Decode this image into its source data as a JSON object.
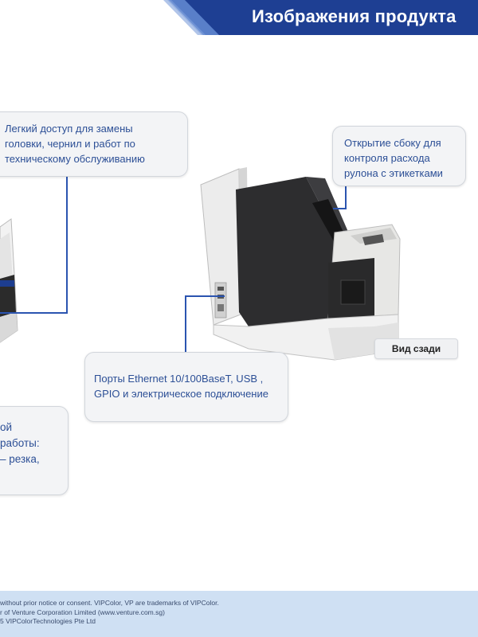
{
  "header": {
    "title": "Изображения продукта",
    "colors": {
      "band_dark": "#1e3f93",
      "band_light": "#3560b8"
    }
  },
  "callouts": {
    "head_access": "Легкий доступ для замены\nголовки, чернил и работ по\nтехническому обслуживанию",
    "side_access": "Открытие сбоку для\nконтроля расхода\nрулона с этикетками",
    "ports": "Порты Ethernet 10/100BaseT, USB ,\nGPIO и электрическое подключение",
    "modes": "ой\nработы:\n– резка,\n"
  },
  "rear_view_label": "Вид сзади",
  "footer": {
    "line1": "without prior notice or consent. VIPColor, VP are trademarks of VIPColor.",
    "line2": "r of Venture Corporation Limited (www.venture.com.sg)",
    "line3": "5 VIPColorTechnologies Pte Ltd"
  },
  "colors": {
    "callout_text": "#2c4f96",
    "connector_line": "#2b54b0",
    "footer_bg": "#cfe0f3"
  }
}
